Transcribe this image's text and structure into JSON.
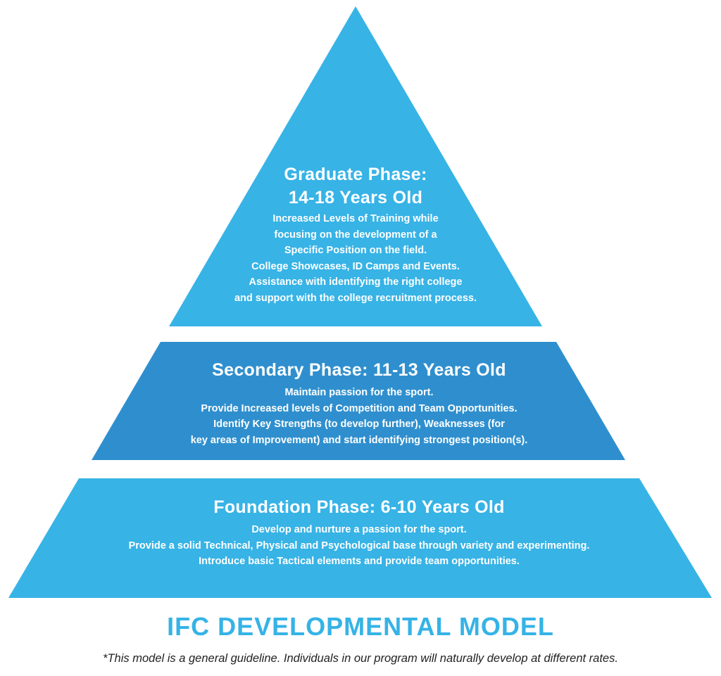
{
  "colors": {
    "light_blue": "#37b3e6",
    "dark_blue": "#2f8fce",
    "text_white": "#ffffff",
    "title_blue": "#35b3e6",
    "footnote_text": "#222222"
  },
  "tiers": [
    {
      "title_lines": [
        "Graduate Phase:",
        "14-18 Years Old"
      ],
      "lines": [
        "Increased Levels of Training while",
        "focusing on the development of a",
        "Specific Position on the field.",
        "College Showcases, ID Camps and Events.",
        "Assistance with identifying the right college",
        "and support with the college recruitment process."
      ]
    },
    {
      "title_lines": [
        "Secondary Phase: 11-13 Years Old"
      ],
      "lines": [
        "Maintain passion for the sport.",
        "Provide Increased levels of Competition and Team Opportunities.",
        "Identify Key Strengths (to develop further), Weaknesses (for",
        "key areas of Improvement) and start identifying strongest position(s)."
      ]
    },
    {
      "title_lines": [
        "Foundation Phase: 6-10 Years Old"
      ],
      "lines": [
        "Develop and nurture a passion for the sport.",
        "Provide a solid Technical, Physical and Psychological base through variety and experimenting.",
        "Introduce basic Tactical elements and provide team opportunities."
      ]
    }
  ],
  "model_title": "IFC DEVELOPMENTAL MODEL",
  "footnote": "*This model is a general guideline. Individuals in our program will naturally develop at different rates."
}
